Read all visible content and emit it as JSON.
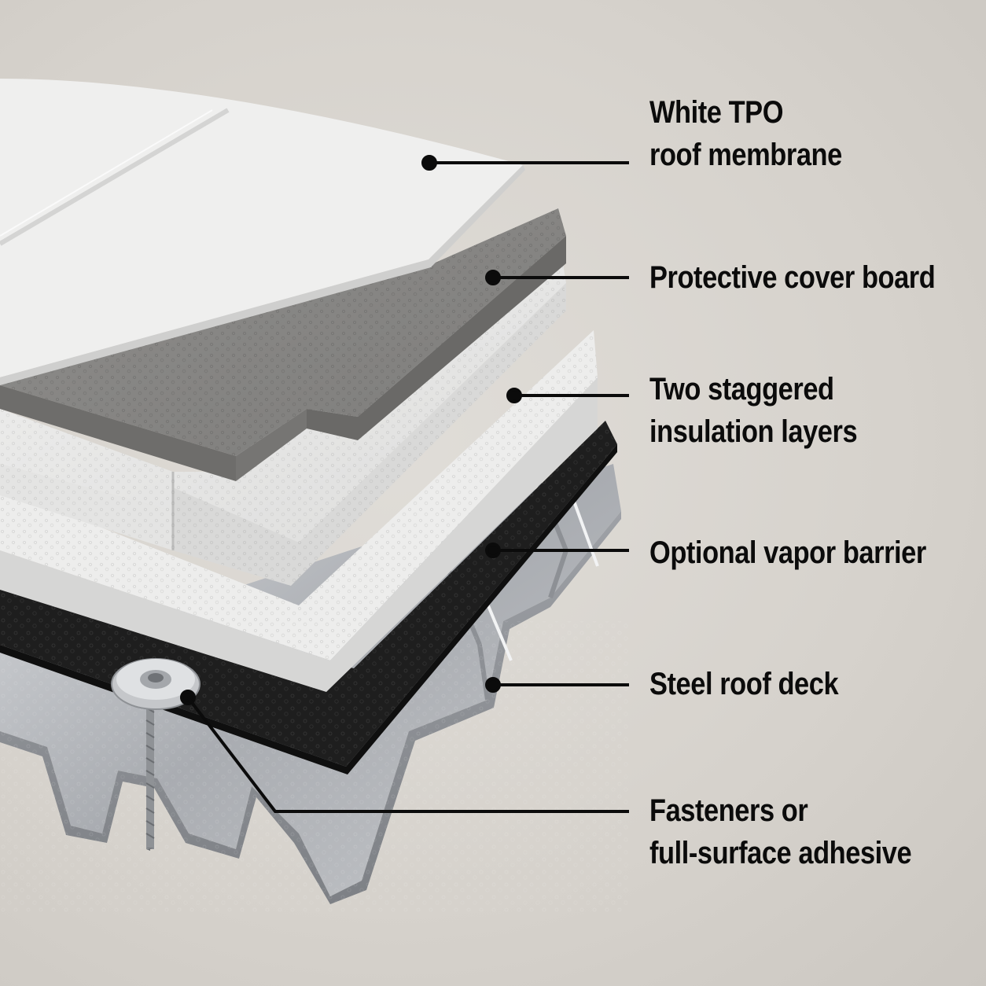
{
  "labels": {
    "membrane": {
      "line1": "White TPO",
      "line2": "roof membrane"
    },
    "cover_board": {
      "line1": "Protective cover board"
    },
    "insulation": {
      "line1": "Two staggered",
      "line2": "insulation layers"
    },
    "vapor_barrier": {
      "line1": "Optional vapor barrier"
    },
    "deck": {
      "line1": "Steel roof deck"
    },
    "fasteners": {
      "line1": "Fasteners or",
      "line2": "full-surface adhesive"
    }
  },
  "colors": {
    "background": "#d8d4cf",
    "membrane": "#efefee",
    "cover_board": "#8a8987",
    "insulation": "#e6e6e5",
    "vapor_barrier": "#1f1f1f",
    "deck": "#b9bcc0",
    "leader": "#0b0b0b"
  }
}
